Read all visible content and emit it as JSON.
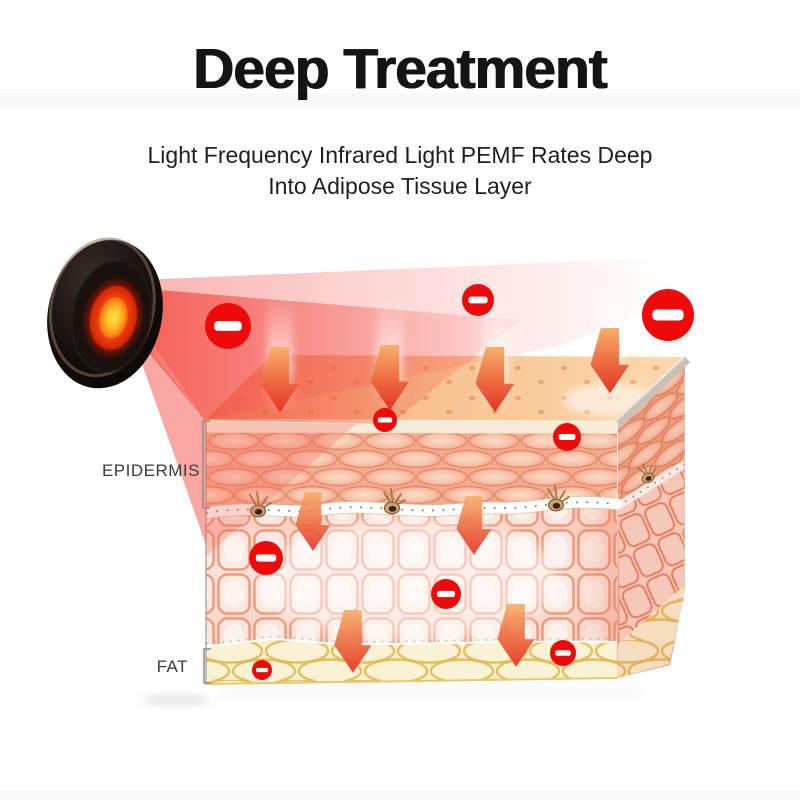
{
  "header": {
    "title": "Deep Treatment",
    "subtitle_line1": "Light Frequency Infrared Light PEMF Rates Deep",
    "subtitle_line2": "Into Adipose Tissue Layer"
  },
  "diagram": {
    "layer_labels": {
      "epidermis": "EPIDERMIS",
      "fat": "FAT"
    },
    "icons": {
      "device": "infrared-therapy-device-icon",
      "negative_ion": "minus-circle-icon",
      "penetration_arrow": "down-arrow-icon",
      "hair_follicle": "hair-follicle-icon"
    },
    "counts": {
      "negative_ion_icons": 9,
      "arrows_above_surface": 4,
      "arrows_inside_tissue": 4,
      "hair_follicles": 4
    },
    "colors": {
      "background": "#ffffff",
      "title_text": "#141414",
      "subtitle_text": "#1f1f1f",
      "label_text": "#3a3a3a",
      "ion_red": "#ef0a0a",
      "beam_red": "#f3554f",
      "arrow_head_red": "#e53222",
      "arrow_tail_orange": "#f7b06b",
      "skin_surface": "#f6bd8d",
      "epidermis_tone": "#f3ac90",
      "dermis_tone": "#fce5dc",
      "fat_tone": "#f9f0cd",
      "fat_cell_border": "#e5c05a",
      "device_body": "#16100e",
      "device_glow_ring": "#d02105",
      "device_core": "#ffd94a"
    }
  }
}
